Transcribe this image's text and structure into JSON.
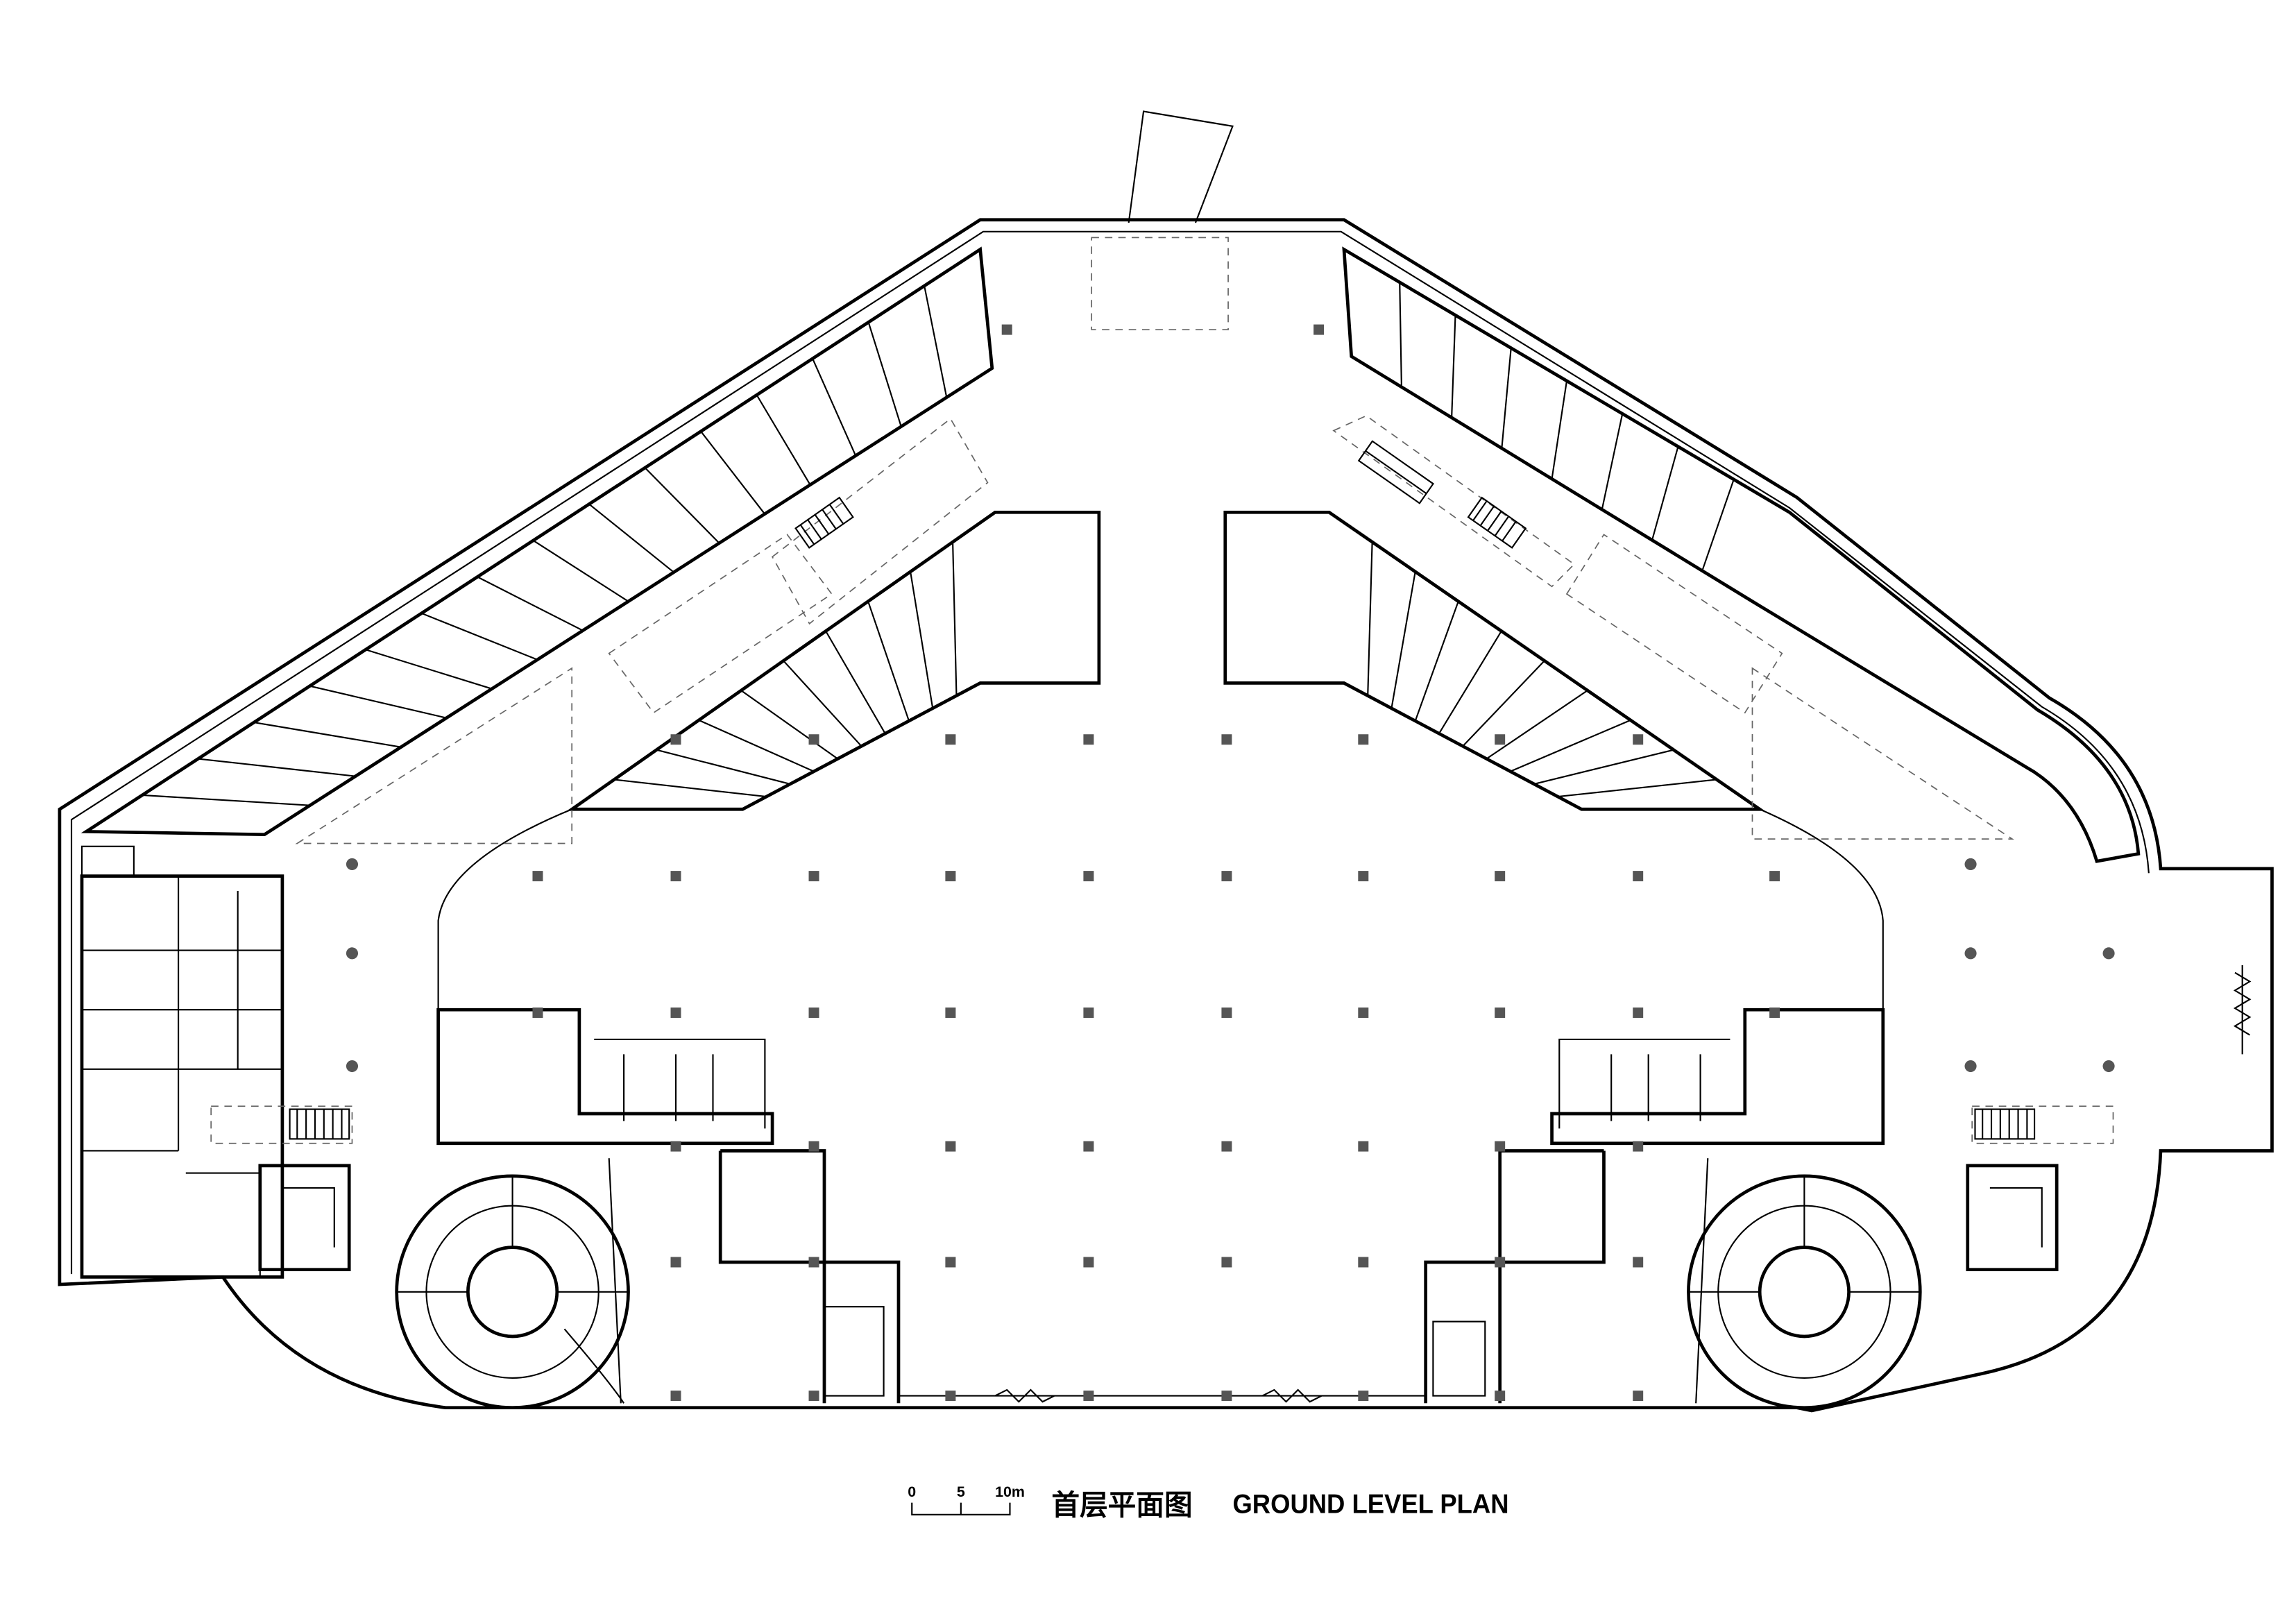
{
  "title": {
    "chinese": "首层平面图",
    "english": "GROUND LEVEL PLAN"
  },
  "scale_bar": {
    "labels": [
      "0",
      "5",
      "10m"
    ]
  },
  "colors": {
    "line": "#000000",
    "column": "#555555",
    "background": "#ffffff"
  }
}
